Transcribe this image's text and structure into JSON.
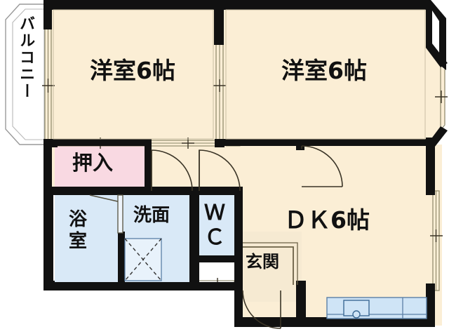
{
  "plan": {
    "type": "japanese-apartment-floorplan",
    "layout_code": "2DK",
    "colors": {
      "wall": "#111111",
      "room_floor": "#fbeed5",
      "closet_floor": "#f9d9e2",
      "water_floor": "#d9e9f7",
      "balcony_floor": "#ffffff",
      "window_frame": "#8a8567",
      "door_line": "#3a3426",
      "fixture_line": "#5b7fa6",
      "outline": "#9a9a9a"
    },
    "rooms": [
      {
        "id": "washitsu-left",
        "label": "洋室6帖",
        "kind": "bedroom",
        "floor": "room_floor"
      },
      {
        "id": "washitsu-right",
        "label": "洋室6帖",
        "kind": "bedroom",
        "floor": "room_floor"
      },
      {
        "id": "dk",
        "label": "ＤＫ6帖",
        "kind": "dining-kitchen",
        "floor": "room_floor"
      },
      {
        "id": "oshiire",
        "label": "押入",
        "kind": "closet",
        "floor": "closet_floor"
      },
      {
        "id": "yokushitsu",
        "label": "浴室",
        "kind": "bathroom",
        "floor": "water_floor"
      },
      {
        "id": "senmen",
        "label": "洗面",
        "kind": "washroom",
        "floor": "water_floor"
      },
      {
        "id": "wc",
        "label": "ＷＣ",
        "kind": "toilet",
        "floor": "water_floor"
      },
      {
        "id": "genkan",
        "label": "玄関",
        "kind": "entrance",
        "floor": "room_floor"
      },
      {
        "id": "balcony",
        "label": "バルコニー",
        "kind": "balcony",
        "floor": "balcony_floor"
      }
    ],
    "fixtures": [
      {
        "id": "kitchen-counter",
        "name": "kitchen-sink-counter"
      },
      {
        "id": "washer-space",
        "name": "washing-machine-space"
      }
    ],
    "doors": [
      {
        "id": "door-bedroom-left",
        "type": "hinged-swing"
      },
      {
        "id": "door-bedroom-right",
        "type": "hinged-swing"
      },
      {
        "id": "door-hall-dk",
        "type": "hinged-swing"
      },
      {
        "id": "door-wc",
        "type": "hinged-swing"
      },
      {
        "id": "door-entrance",
        "type": "hinged-swing"
      },
      {
        "id": "door-bath",
        "type": "folding"
      },
      {
        "id": "fusuma-between-bedrooms",
        "type": "sliding"
      },
      {
        "id": "sliding-balcony",
        "type": "sliding-glass"
      }
    ],
    "windows": [
      {
        "id": "window-bay-right",
        "name": "bay-window"
      },
      {
        "id": "window-dk-right",
        "name": "sliding-window"
      },
      {
        "id": "window-bedroom-right",
        "name": "sliding-window"
      },
      {
        "id": "window-oshiire-top",
        "name": "sliding-window"
      },
      {
        "id": "window-senmen-bottom",
        "name": "small-window"
      }
    ]
  }
}
